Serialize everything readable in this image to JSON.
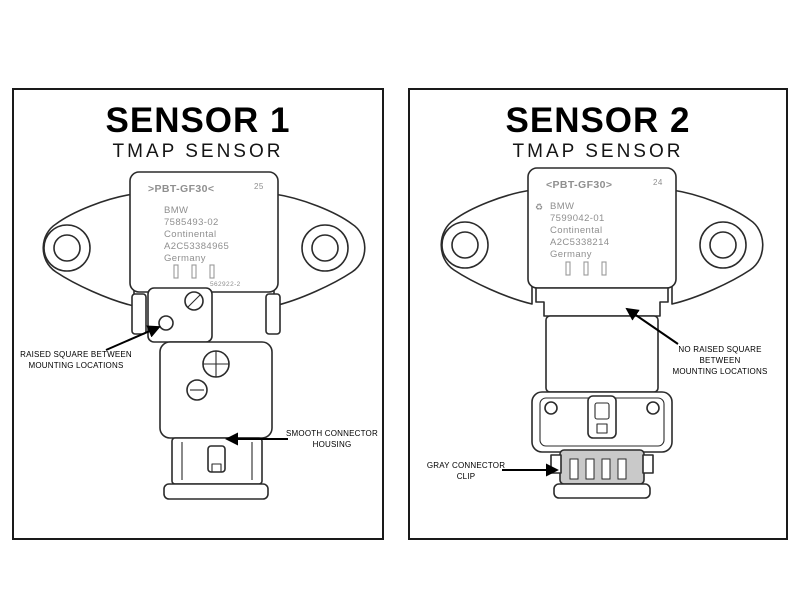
{
  "panels": [
    {
      "title": "SENSOR 1",
      "subtitle": "TMAP SENSOR",
      "label": {
        "material": ">PBT-GF30<",
        "mold_cavity": "25",
        "brand": "BMW",
        "part_number": "7585493-02",
        "manufacturer": "Continental",
        "supplier_code": "A2C53384965",
        "country": "Germany",
        "stamp_code": "562922-2"
      },
      "annotations": [
        {
          "id": "raised-square",
          "lines": [
            "RAISED SQUARE BETWEEN",
            "MOUNTING LOCATIONS"
          ]
        },
        {
          "id": "smooth-connector",
          "lines": [
            "SMOOTH CONNECTOR",
            "HOUSING"
          ]
        }
      ]
    },
    {
      "title": "SENSOR 2",
      "subtitle": "TMAP SENSOR",
      "label": {
        "material": "<PBT-GF30>",
        "mold_cavity": "24",
        "brand": "BMW",
        "part_number": "7599042-01",
        "manufacturer": "Continental",
        "supplier_code": "A2C5338214",
        "country": "Germany"
      },
      "annotations": [
        {
          "id": "no-raised-square",
          "lines": [
            "NO RAISED SQUARE",
            "BETWEEN",
            "MOUNTING LOCATIONS"
          ]
        },
        {
          "id": "gray-connector-clip",
          "lines": [
            "GRAY CONNECTOR",
            "CLIP"
          ]
        }
      ]
    }
  ],
  "icons": {
    "recycle": "♻"
  },
  "colors": {
    "outline": "#2b2b2b",
    "part_text": "#8f8f8f",
    "clip_gray": "#c9c9c9",
    "arrow": "#000000"
  }
}
